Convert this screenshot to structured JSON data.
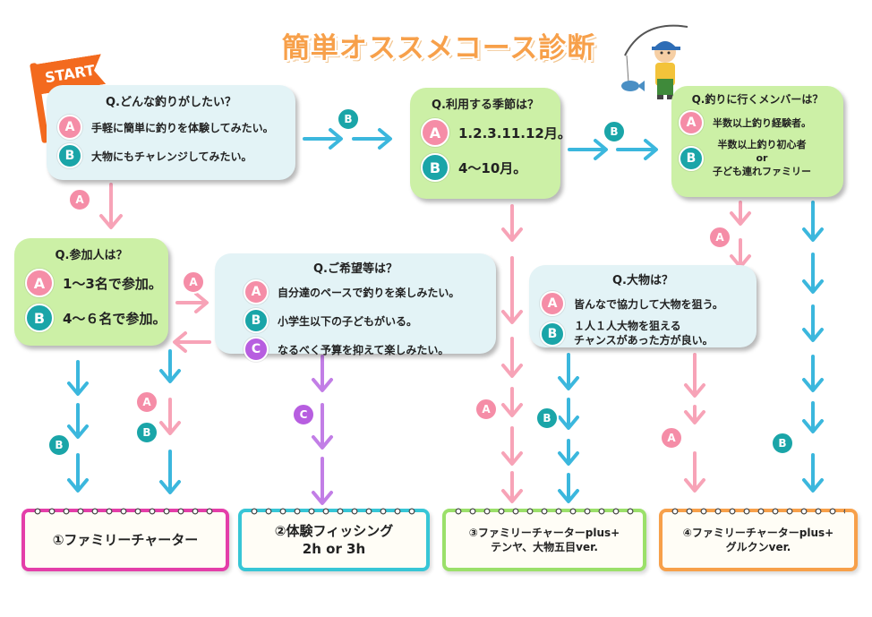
{
  "title": "簡単オススメコース診断",
  "start_label": "START",
  "colors": {
    "option_a": "#f58da7",
    "option_b": "#1aa5a8",
    "option_c": "#b75ee0",
    "arrow_pink": "#f7a3b7",
    "arrow_blue": "#3bb7dd",
    "arrow_purple": "#c27ee6",
    "title": "#f7a04a"
  },
  "q1": {
    "title": "Q.どんな釣りがしたい？",
    "a": "手軽に簡単に釣りを体験してみたい。",
    "b": "大物にもチャレンジしてみたい。"
  },
  "q2": {
    "title": "Q.利用する季節は？",
    "a": "1.2.3.11.12月。",
    "b": "4～10月。"
  },
  "q3": {
    "title": "Q.釣りに行くメンバーは？",
    "a": "半数以上釣り経験者。",
    "b_lines": [
      "半数以上釣り初心者",
      "or",
      "子ども連れファミリー"
    ]
  },
  "q4": {
    "title": "Q.参加人は？",
    "a": "1～3名で参加。",
    "b": "4～６名で参加。"
  },
  "q5": {
    "title": "Q.ご希望等は？",
    "a": "自分達のペースで釣りを楽しみたい。",
    "b": "小学生以下の子どもがいる。",
    "c": "なるべく予算を抑えて楽しみたい。"
  },
  "q6": {
    "title": "Q.大物は？",
    "a": "皆んなで協力して大物を狙う。",
    "b_lines": [
      "１人１人大物を狙える",
      "チャンスがあった方が良い。"
    ]
  },
  "badges": {
    "a": "A",
    "b": "B",
    "c": "C"
  },
  "results": [
    {
      "lines": [
        "①ファミリーチャーター"
      ],
      "color": "#e43ea9"
    },
    {
      "lines": [
        "②体験フィッシング",
        "2h or 3h"
      ],
      "color": "#37c6d6"
    },
    {
      "lines": [
        "③ファミリーチャーターplus+",
        "テンヤ、大物五目ver."
      ],
      "color": "#9be06a"
    },
    {
      "lines": [
        "④ファミリーチャーターplus+",
        "グルクンver."
      ],
      "color": "#f7a04a"
    }
  ]
}
